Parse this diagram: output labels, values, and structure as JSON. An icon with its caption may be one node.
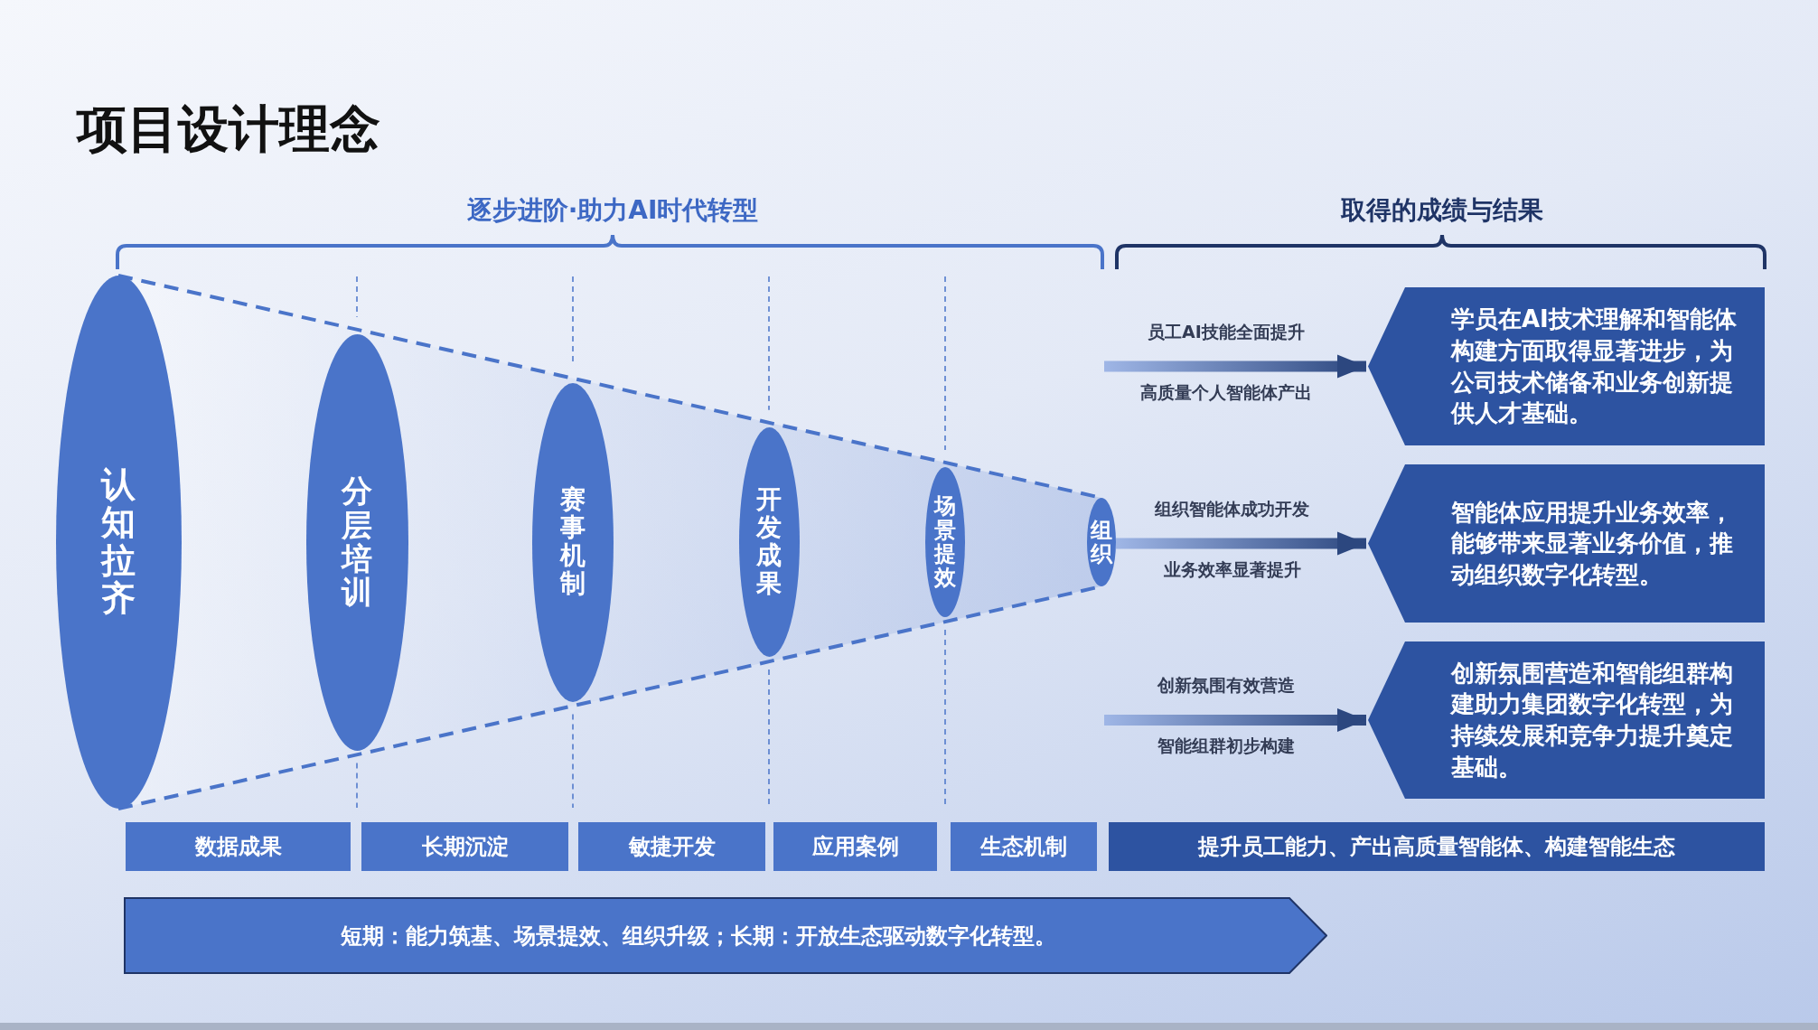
{
  "diagram": {
    "title": "项目设计理念",
    "nodes": [
      {
        "text": [
          "认知拉齐"
        ]
      },
      {
        "text": [
          "分层培训"
        ]
      },
      {
        "text": [
          "赛事机制"
        ]
      },
      {
        "text": [
          "开发成果"
        ]
      },
      {
        "text": [
          "场景提效"
        ]
      },
      {
        "text": [
          "组织"
        ]
      },
      {
        "text": [
          "学员在AI技术理解和智能体构建方面取得显著进步，为公司技术储备和业务创新提供人才基础。"
        ]
      },
      {
        "text": [
          "智能体应用提升业务效率，能够带来显著业务价值，推动组织数字化转型。"
        ]
      },
      {
        "text": [
          "创新氛围营造和智能组群构建助力集团数字化转型，为持续发展和竞争力提升奠定基础。"
        ]
      },
      {
        "text": [
          "数据成果"
        ]
      },
      {
        "text": [
          "长期沉淀"
        ]
      },
      {
        "text": [
          "敏捷开发"
        ]
      },
      {
        "text": [
          "应用案例"
        ]
      },
      {
        "text": [
          "生态机制"
        ]
      },
      {
        "text": [
          "提升员工能力、产出高质量智能体、构建智能生态"
        ]
      },
      {
        "text": [
          "短期：能力筑基、场景提效、组织升级；长期：开放生态驱动数字化转型。"
        ]
      }
    ],
    "edges": [
      {
        "from": null,
        "to": 6,
        "arrow": "to",
        "label": "员工AI技能全面提升"
      },
      {
        "from": 5,
        "to": 7,
        "arrow": "to",
        "label": "组织智能体成功开发"
      },
      {
        "from": null,
        "to": 8,
        "arrow": "to",
        "label": "创新氛围有效营造"
      },
      {
        "from": 0,
        "to": 5,
        "arrow": "none",
        "style": "dashed"
      },
      {
        "from": 0,
        "to": 5,
        "arrow": "none",
        "style": "dashed"
      }
    ],
    "labels": [
      "逐步进阶·助力AI时代转型",
      "取得的成绩与结果",
      "高质量个人智能体产出",
      "业务效率显著提升",
      "智能组群初步构建"
    ]
  }
}
